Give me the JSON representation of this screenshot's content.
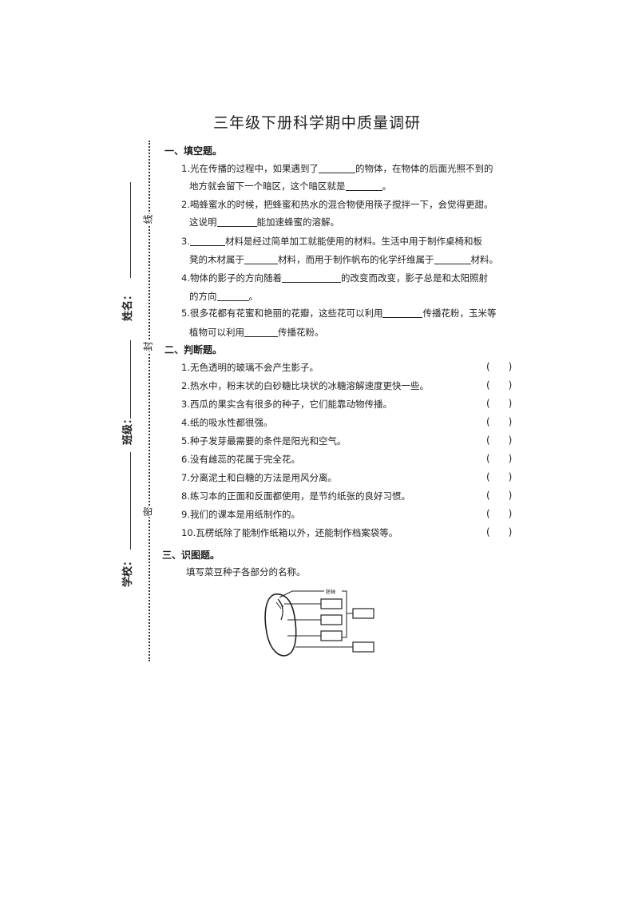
{
  "title": "三年级下册科学期中质量调研",
  "binding": {
    "name_label": "姓名：",
    "class_label": "班级：",
    "school_label": "学校：",
    "marks": [
      "线",
      "封",
      "密"
    ]
  },
  "section1": {
    "heading": "一、填空题。",
    "q1_a1": "1.光在传播的过程中，如果遇到了",
    "q1_a2": "的物体，在物体的后面光照不到的",
    "q1_b1": "地方就会留下一个暗区，这个暗区就是",
    "q1_b2": "。",
    "q2_a": "2.喝蜂蜜水的时候，把蜂蜜和热水的混合物使用筷子搅拌一下，会觉得更甜。",
    "q2_b1": "这说明",
    "q2_b2": "能加速蜂蜜的溶解。",
    "q3_a1": "3.",
    "q3_a2": "材料是经过简单加工就能使用的材料。生活中用于制作桌椅和板",
    "q3_b1": "凳的木材属于",
    "q3_b2": "材料，而用于制作帆布的化学纤维属于",
    "q3_b3": "材料。",
    "q4_a1": "4.物体的影子的方向随着",
    "q4_a2": "的改变而改变，影子总是和太阳照射",
    "q4_b1": "的方向",
    "q4_b2": "。",
    "q5_a1": "5.很多花都有花蜜和艳丽的花瓣，这些花可以利用",
    "q5_a2": "传播花粉，玉米等",
    "q5_b1": "植物可以利用",
    "q5_b2": "传播花粉。"
  },
  "section2": {
    "heading": "二、判断题。",
    "paren": "(      )",
    "items": [
      "1.无色透明的玻璃不会产生影子。",
      "2.热水中，粉末状的白砂糖比块状的冰糖溶解速度更快一些。",
      "3.西瓜的果实含有很多的种子，它们能靠动物传播。",
      "4.纸的吸水性都很强。",
      "5.种子发芽最需要的条件是阳光和空气。",
      "6.没有雌蕊的花属于完全花。",
      "7.分离泥土和白糖的方法是用风分离。",
      "8.练习本的正面和反面都使用，是节约纸张的良好习惯。",
      "9.我们的课本是用纸制作的。",
      "10.瓦楞纸除了能制作纸箱以外，还能制作档案袋等。"
    ]
  },
  "section3": {
    "heading": "三、识图题。",
    "instruction": "填写菜豆种子各部分的名称。",
    "diagram_label": "胚轴"
  }
}
